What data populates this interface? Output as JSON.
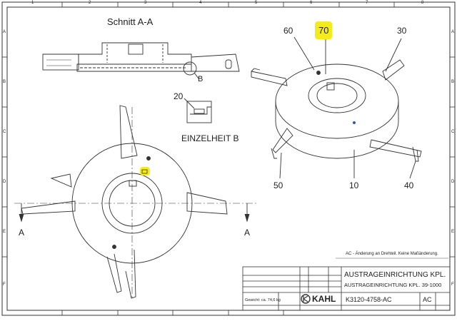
{
  "drawing": {
    "section_title": "Schnitt A-A",
    "detail_title": "EINZELHEIT B",
    "section_marker": "B",
    "cut_marker_left": "A",
    "cut_marker_right": "A",
    "callouts": {
      "c60": "60",
      "c70": "70",
      "c30": "30",
      "c20": "20",
      "c50": "50",
      "c10": "10",
      "c40": "40"
    },
    "highlighted_callout": "70",
    "highlight_color": "#f5ea1a"
  },
  "frame": {
    "columns": [
      "1",
      "2",
      "3",
      "4",
      "5",
      "6",
      "7",
      "8"
    ],
    "rows": [
      "A",
      "B",
      "C",
      "D",
      "E",
      "F"
    ]
  },
  "revision_note": "AC - Änderung an Drehteil. Keine Maßänderung.",
  "title_block": {
    "title_main": "AUSTRAGEINRICHTUNG KPL.",
    "title_sub": "AUSTRAGEINRICHTUNG KPL. 39-1000",
    "drawing_number": "K3120-4758-AC",
    "revision": "AC",
    "company": "KAHL",
    "weight": "Gewicht: ca. 74,6 kg"
  }
}
